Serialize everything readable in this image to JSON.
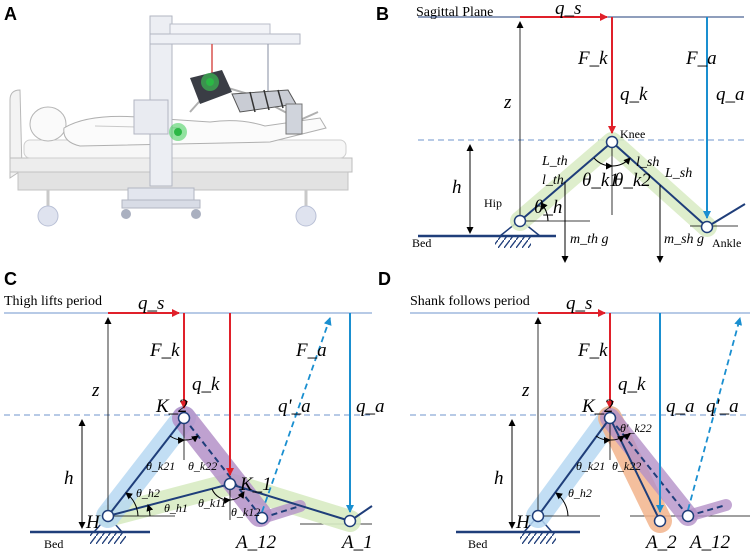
{
  "panels": {
    "a": {
      "letter": "A"
    },
    "b": {
      "letter": "B",
      "title": "Sagittal Plane",
      "qs": "q_s",
      "fk": "F_k",
      "qk": "q_k",
      "fa": "F_a",
      "qa": "q_a",
      "z": "z",
      "h": "h",
      "knee": "Knee",
      "hip": "Hip",
      "ankle": "Ankle",
      "bed": "Bed",
      "lth_cap": "L_th",
      "lth": "l_th",
      "lsh": "l_sh",
      "lsh_cap": "L_sh",
      "thk1": "θ_k1",
      "thk2": "θ_k2",
      "thh": "θ_h",
      "mthg": "m_th g",
      "mshg": "m_sh g"
    },
    "c": {
      "letter": "C",
      "title": "Thigh lifts period",
      "qs": "q_s",
      "fk": "F_k",
      "qk": "q_k",
      "fa": "F_a",
      "qa_prime": "q'_a",
      "qa": "q_a",
      "z": "z",
      "h": "h",
      "k2": "K_2",
      "k1": "K_1",
      "hpt": "H",
      "a12": "A_12",
      "a1": "A_1",
      "bed": "Bed",
      "thk21": "θ_k21",
      "thk22": "θ_k22",
      "thh2": "θ_h2",
      "thh1": "θ_h1",
      "thk11": "θ_k11",
      "thk12": "θ_k12"
    },
    "d": {
      "letter": "D",
      "title": "Shank follows period",
      "qs": "q_s",
      "fk": "F_k",
      "qk": "q_k",
      "qa": "q_a",
      "qa_prime": "q'_a",
      "z": "z",
      "h": "h",
      "k2": "K_2",
      "hpt": "H",
      "a2": "A_2",
      "a12": "A_12",
      "bed": "Bed",
      "thk22p": "θ'_k22",
      "thk21": "θ_k21",
      "thk22": "θ_k22",
      "thh2": "θ_h2"
    }
  },
  "colors": {
    "red": "#e0202a",
    "blue": "#1a8fd0",
    "navy": "#1f3e7a",
    "green_fill": "#d8ebc3",
    "blue_fill": "#b7d8f2",
    "purple_fill": "#b491c8",
    "orange_fill": "#f2b48c"
  }
}
